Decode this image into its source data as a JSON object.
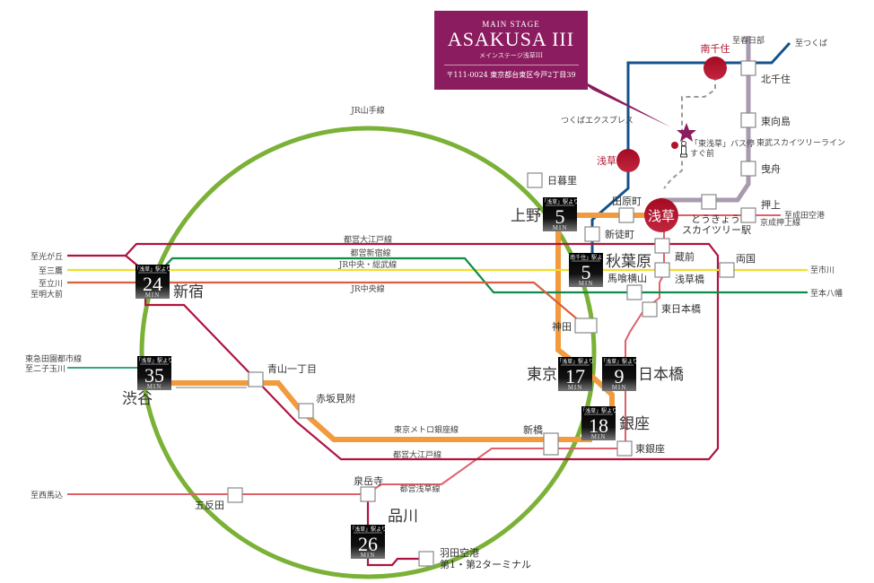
{
  "title_card": {
    "main_stage": "MAIN STAGE",
    "name": "ASAKUSA III",
    "name_jp": "メインステージ浅草III",
    "address": "〒111-0024 東京都台東区今戸2丁目39"
  },
  "colors": {
    "brand": "#8b1c5f",
    "yamanote": "#7ab136",
    "ginza": "#f29a3e",
    "oedo": "#b0133f",
    "asakusa_line": "#e06069",
    "shinjuku_line": "#128a4c",
    "chuo_sobu": "#f1df2a",
    "chuo": "#d9603c",
    "tsukuba_express": "#16528c",
    "tobu_skytree": "#a89aaf",
    "denentoshi": "#3aa681",
    "station_red": "#b0132b",
    "time_box": "#111111"
  },
  "line_labels": {
    "yamanote": "JR山手線",
    "tsukuba_express": "つくばエクスプレス",
    "tobu_skytree": "東武スカイツリーライン",
    "keisei_oshiage": "京成押上線",
    "oedo_top": "都営大江戸線",
    "shinjuku": "都営新宿線",
    "chuo_sobu": "JR中央・総武線",
    "chuo": "JR中央線",
    "ginza": "東京メトロ銀座線",
    "oedo_bottom": "都営大江戸線",
    "asakusa": "都営浅草線",
    "denentoshi": "東急田園都市線"
  },
  "directions": {
    "kasukabe": "至春日部",
    "tsukuba": "至つくば",
    "narita": "至成田空港",
    "hikarigaoka": "至光が丘",
    "mitaka": "至三鷹",
    "tachikawa": "至立川",
    "meidaimae": "至明大前",
    "futakotamagawa": "至二子玉川",
    "ichikawa": "至市川",
    "motoyawata": "至本八幡",
    "nishimagome": "至西馬込"
  },
  "stations": {
    "minamisenju": "南千住",
    "kitasenju": "北千住",
    "higashimukojima": "東向島",
    "hikifune": "曳舟",
    "oshiage": "押上",
    "skytree": "とうきょう\nスカイツリー駅",
    "skytree_l1": "とうきょう",
    "skytree_l2": "スカイツリー駅",
    "asakusa_tx": "浅草",
    "asakusa_main": "浅草",
    "bus_stop_l1": "「東浅草」バス停",
    "bus_stop_l2": "すぐ前",
    "nippori": "日暮里",
    "ueno": "上野",
    "tawaramachi": "田原町",
    "shin_okachimachi": "新徒町",
    "akihabara": "秋葉原",
    "kuramae": "蔵前",
    "asakusabashi": "浅草橋",
    "bakuro_yokoyama": "馬喰横山",
    "ryogoku": "両国",
    "higashi_nihombashi": "東日本橋",
    "kanda": "神田",
    "tokyo": "東京",
    "nihombashi": "日本橋",
    "ginza": "銀座",
    "higashi_ginza": "東銀座",
    "shimbashi": "新橋",
    "shinjuku": "新宿",
    "shibuya": "渋谷",
    "aoyama_itchome": "青山一丁目",
    "akasaka_mitsuke": "赤坂見附",
    "gotanda": "五反田",
    "sengakuji": "泉岳寺",
    "shinagawa": "品川",
    "haneda_l1": "羽田空港",
    "haneda_l2": "第1・第2ターミナル"
  },
  "time_boxes": {
    "ueno": {
      "header": "「浅草」駅より",
      "minutes": "5",
      "unit": "MIN"
    },
    "akihabara": {
      "header": "「南千住」駅より",
      "minutes": "5",
      "unit": "MIN"
    },
    "shinjuku": {
      "header": "「浅草」駅より",
      "minutes": "24",
      "unit": "MIN"
    },
    "shibuya": {
      "header": "「浅草」駅より",
      "minutes": "35",
      "unit": "MIN"
    },
    "tokyo": {
      "header": "「浅草」駅より",
      "minutes": "17",
      "unit": "MIN"
    },
    "nihombashi": {
      "header": "「浅草」駅より",
      "minutes": "9",
      "unit": "MIN"
    },
    "ginza": {
      "header": "「浅草」駅より",
      "minutes": "18",
      "unit": "MIN"
    },
    "shinagawa": {
      "header": "「浅草」駅より",
      "minutes": "26",
      "unit": "MIN"
    }
  }
}
